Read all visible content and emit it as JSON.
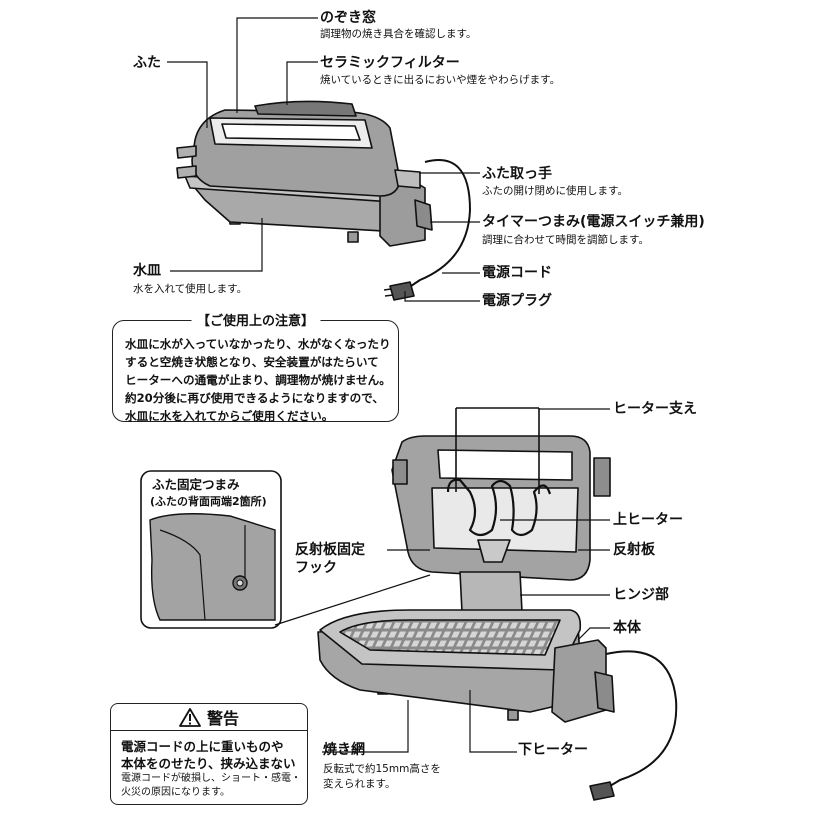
{
  "top_labels": {
    "nozokimado": {
      "label": "のぞき窓",
      "desc": "調理物の焼き具合を確認します。"
    },
    "futa": {
      "label": "ふた"
    },
    "ceramic": {
      "label": "セラミックフィルター",
      "desc": "焼いているときに出るにおいや煙をやわらげます。"
    },
    "futa_handle": {
      "label": "ふた取っ手",
      "desc": "ふたの開け閉めに使用します。"
    },
    "timer": {
      "label": "タイマーつまみ(電源スイッチ兼用)",
      "desc": "調理に合わせて時間を調節します。"
    },
    "mizuzara": {
      "label": "水皿",
      "desc": "水を入れて使用します。"
    },
    "cord": {
      "label": "電源コード"
    },
    "plug": {
      "label": "電源プラグ"
    }
  },
  "caution": {
    "title": "【ご使用上の注意】",
    "lines": [
      "水皿に水が入っていなかったり、水がなくなったり",
      "すると空焼き状態となり、安全装置がはたらいて",
      "ヒーターへの通電が止まり、調理物が焼けません。",
      "約20分後に再び使用できるようになりますので、",
      "水皿に水を入れてからご使用ください。"
    ]
  },
  "bottom_labels": {
    "heater_support": {
      "label": "ヒーター支え"
    },
    "upper_heater": {
      "label": "上ヒーター"
    },
    "reflector_hook": {
      "label_line1": "反射板固定",
      "label_line2": "フック"
    },
    "reflector": {
      "label": "反射板"
    },
    "hinge": {
      "label": "ヒンジ部"
    },
    "body": {
      "label": "本体"
    },
    "lid_knob": {
      "label_line1": "ふた固定つまみ",
      "label_line2": "(ふたの背面両端2箇所)"
    },
    "grill": {
      "label": "焼き網",
      "desc_line1": "反転式で約15mm高さを",
      "desc_line2": "変えられます。"
    },
    "lower_heater": {
      "label": "下ヒーター"
    }
  },
  "warning": {
    "icon": "warning-triangle-icon",
    "title": "警告",
    "main_lines": [
      "電源コードの上に重いものや",
      "本体をのせたり、挟み込まない"
    ],
    "sub_lines": [
      "電源コードが破損し、ショート・感電・",
      "火災の原因になります。"
    ]
  }
}
